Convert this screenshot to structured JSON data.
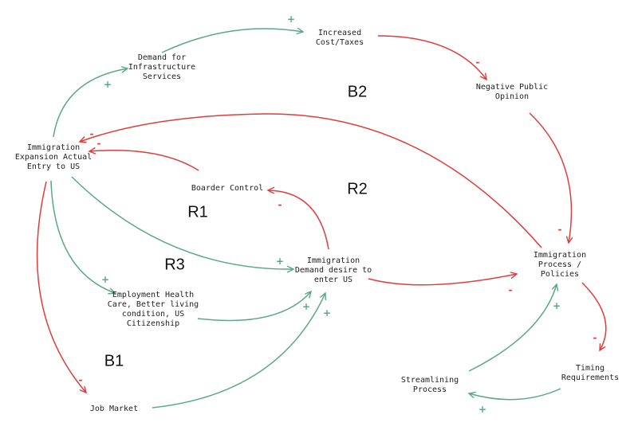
{
  "colors": {
    "positive": "#5aa884",
    "negative": "#e23b3b"
  },
  "nodes": {
    "immigration_entry": "Immigration\nExpansion Actual\nEntry to US",
    "demand_infrastructure": "Demand for\nInfrastructure\nServices",
    "increased_cost": "Increased\nCost/Taxes",
    "negative_opinion": "Negative Public\nOpinion",
    "boarder_control": "Boarder Control",
    "immigration_demand": "Immigration\nDemand desire to\nenter US",
    "immigration_process": "Immigration\nProcess / Policies",
    "employment": "Employment Health\nCare, Better living\ncondition, US\nCitizenship",
    "job_market": "Job Market",
    "streamlining": "Streamlining\nProcess",
    "timing": "Timing\nRequirements"
  },
  "loops": {
    "b2": "B2",
    "r2": "R2",
    "r1": "R1",
    "r3": "R3",
    "b1": "B1"
  },
  "polarity": {
    "plus": "+",
    "minus": "-"
  }
}
